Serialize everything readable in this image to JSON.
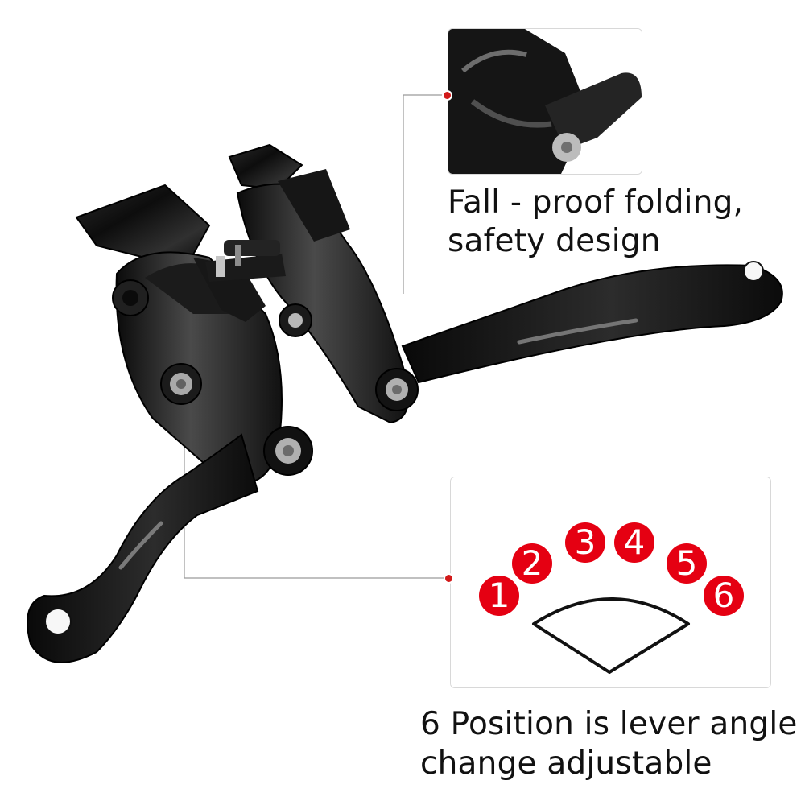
{
  "features": {
    "folding": {
      "lines": [
        "Fall - proof folding,",
        "safety design"
      ]
    },
    "adjustment": {
      "lines": [
        "6 Position is lever angle",
        "change adjustable"
      ],
      "positions": [
        "1",
        "2",
        "3",
        "4",
        "5",
        "6"
      ]
    }
  },
  "colors": {
    "background": "#ffffff",
    "lever_black": "#121212",
    "accent_red": "#e50012",
    "guide_line": "#9a9a9a",
    "callout_text": "#111111"
  },
  "icons": {
    "folding_marker": "red-dot-marker-icon",
    "adjustment_marker": "red-dot-marker-icon"
  }
}
